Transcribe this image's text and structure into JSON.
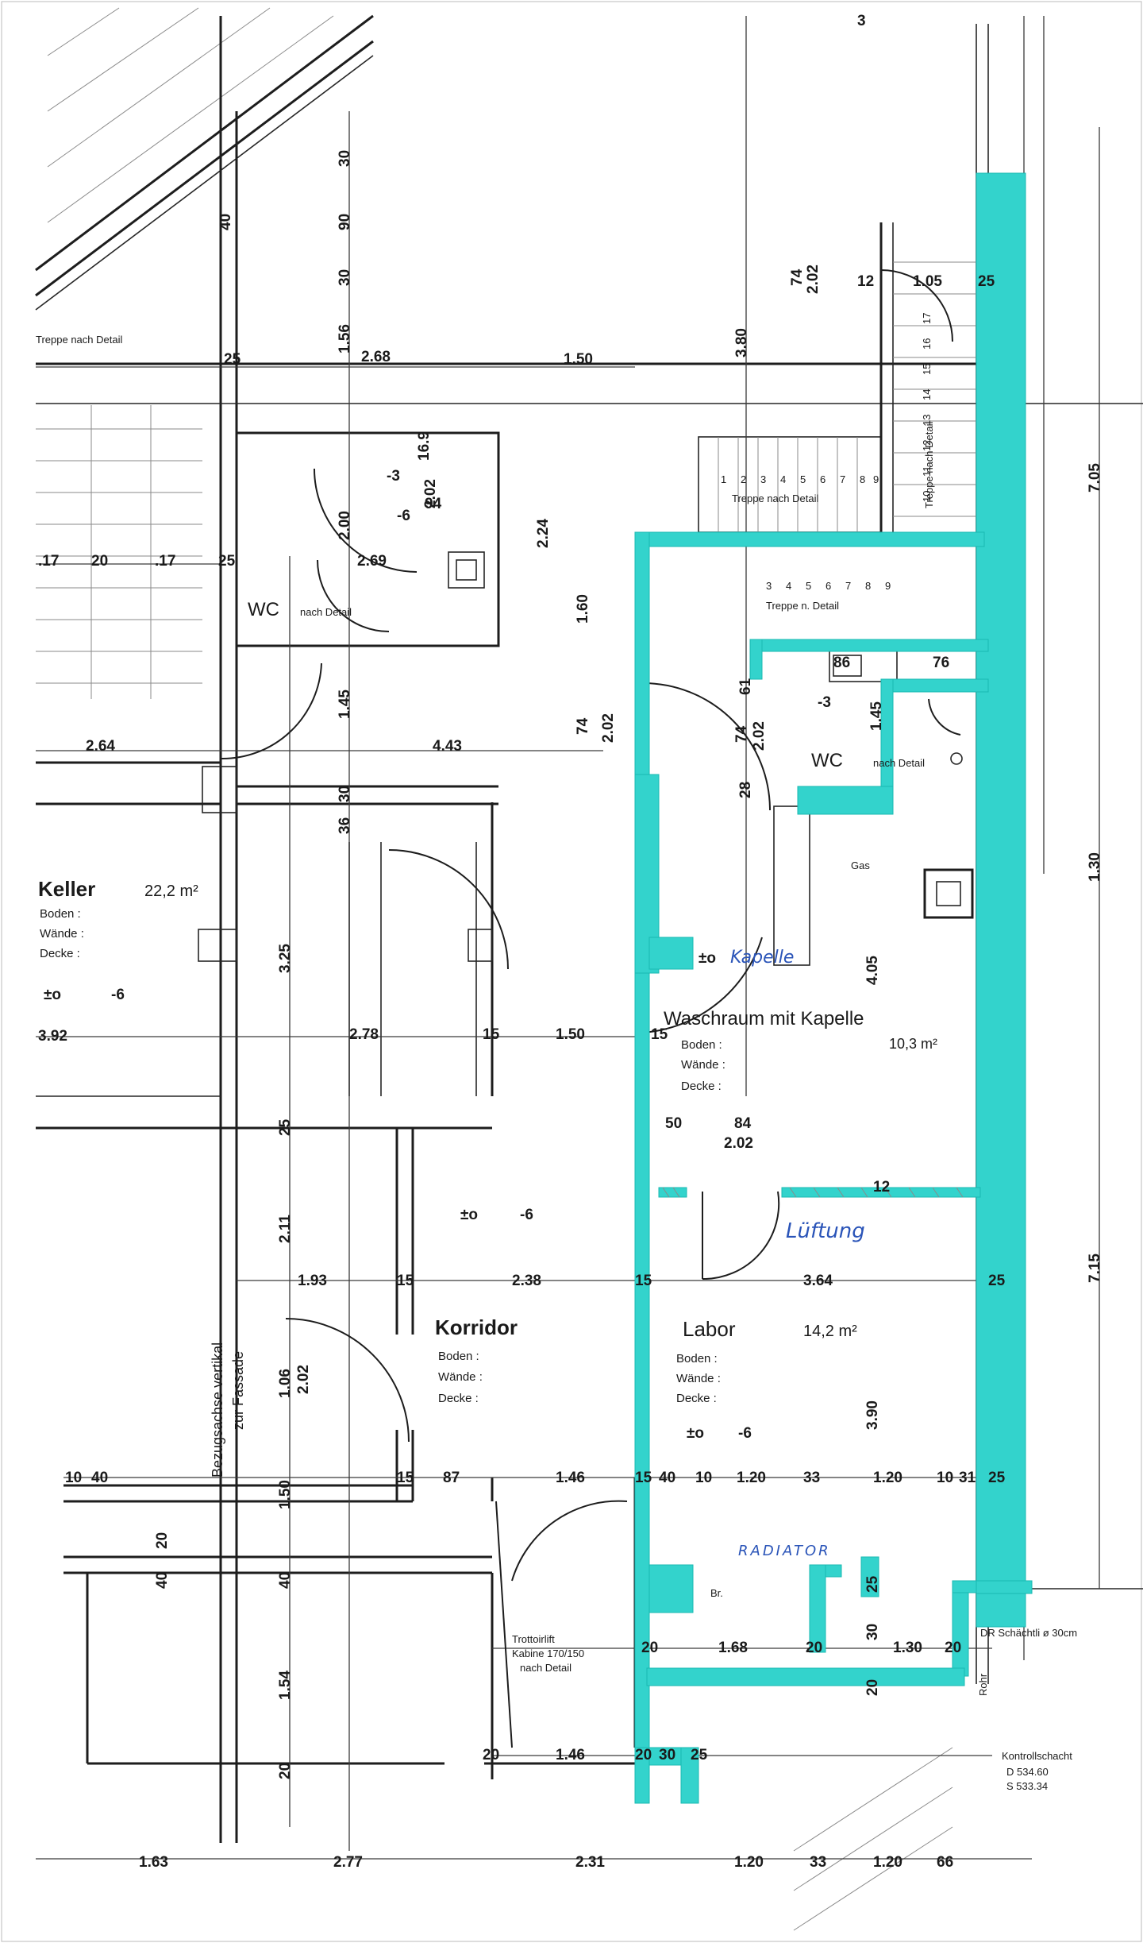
{
  "page_marker": "3",
  "rooms": {
    "keller": {
      "name": "Keller",
      "area": "22,2 m²",
      "boden": "Boden :",
      "waende": "Wände :",
      "decke": "Decke :",
      "level": "±o",
      "level2": "-6",
      "dim": "3.92"
    },
    "wc_left": {
      "name": "WC",
      "note": "nach Detail",
      "level1": "-3",
      "level2": "-6"
    },
    "wc_right": {
      "name": "WC",
      "note": "nach Detail",
      "level": "-3"
    },
    "waschraum": {
      "name": "Waschraum mit Kapelle",
      "area": "10,3 m²",
      "boden": "Boden :",
      "waende": "Wände :",
      "decke": "Decke :",
      "level": "±o",
      "hand_note": "Kapelle"
    },
    "korridor": {
      "name": "Korridor",
      "boden": "Boden :",
      "waende": "Wände :",
      "decke": "Decke :",
      "level": "±o",
      "level2": "-6"
    },
    "labor": {
      "name": "Labor",
      "area": "14,2 m²",
      "boden": "Boden :",
      "waende": "Wände :",
      "decke": "Decke :",
      "level": "±o",
      "level2": "-6"
    }
  },
  "labels": {
    "treppe_nach_detail_1": "Treppe nach Detail",
    "treppe_nach_detail_2": "Treppe nach Detail",
    "treppe_n_detail": "Treppe n. Detail",
    "treppe_nach_detail_vert": "Treppe nach Detail",
    "gas": "Gas",
    "lueftung": "Lüftung",
    "radiator": "RADIATOR",
    "bezugsachse": "Bezugsachse vertikal",
    "zur_fassade": "zur Fassade",
    "trottoirlift": "Trottoirlift",
    "kabine": "Kabine 170/150",
    "nach_detail": "nach Detail",
    "dr_schaechtli": "DR Schächtli ø 30cm",
    "kontrollschacht": "Kontrollschacht",
    "kontroll_d": "D  534.60",
    "kontroll_s": "S  533.34",
    "br": "Br.",
    "rohr": "Rohr"
  },
  "dims_horizontal_row1": [
    "25",
    "2.68",
    "1.50",
    "12",
    "1.05",
    "25"
  ],
  "dims_horizontal_row2": [
    ".17",
    "20",
    ".17",
    "25",
    "2.69"
  ],
  "dims_horizontal_row3": [
    "2.64",
    "4.43"
  ],
  "dims_horizontal_row4": [
    "2.78",
    "15",
    "1.50",
    "15"
  ],
  "dims_horizontal_row5": [
    "1.93",
    "15",
    "2.38",
    "15",
    "3.64",
    "25"
  ],
  "dims_horizontal_row6": [
    "10",
    "40",
    "15",
    "87",
    "1.46",
    "15",
    "40",
    "10",
    "1.20",
    "33",
    "1.20",
    "10",
    "31",
    "25"
  ],
  "dims_horizontal_row7": [
    "20",
    "1.68",
    "20",
    "1.30",
    "20"
  ],
  "dims_horizontal_row8": [
    "20",
    "1.46",
    "20",
    "30",
    "25"
  ],
  "dims_horizontal_bottom": [
    "1.63",
    "2.77",
    "2.31",
    "1.20",
    "33",
    "1.20",
    "66"
  ],
  "dims_vertical_left": [
    "40",
    "1.56",
    "2.00",
    "1.45",
    "36",
    "30",
    "3.25",
    "25",
    "2.11",
    "1.06",
    "2.02",
    "1.50",
    "40",
    "1.54",
    "20",
    "40",
    "20"
  ],
  "dims_vertical_mid": [
    "30",
    "90",
    "30",
    "16.9",
    "3.80",
    "2.24",
    "1.60",
    "74",
    "2.02",
    "61",
    "74",
    "2.02",
    "28",
    "1.45",
    "4.05",
    "3.90",
    "25",
    "30",
    "20"
  ],
  "dims_vertical_right": [
    "7.05",
    "1.30",
    "7.15"
  ],
  "door_dims": [
    "94",
    "2.02",
    "74",
    "2.02",
    "84",
    "2.02",
    "86",
    "76",
    "50",
    "12"
  ],
  "stair_numbers": [
    "1",
    "2",
    "3",
    "4",
    "5",
    "6",
    "7",
    "8",
    "9",
    "3",
    "4",
    "5",
    "6",
    "7",
    "8",
    "9"
  ],
  "stair_numbers_vertical": [
    "10",
    "11",
    "12",
    "13",
    "14",
    "15",
    "16",
    "17"
  ],
  "colors": {
    "highlight": "#33d3cc",
    "ink": "#1d1d1d",
    "handwriting": "#2a54b8"
  }
}
